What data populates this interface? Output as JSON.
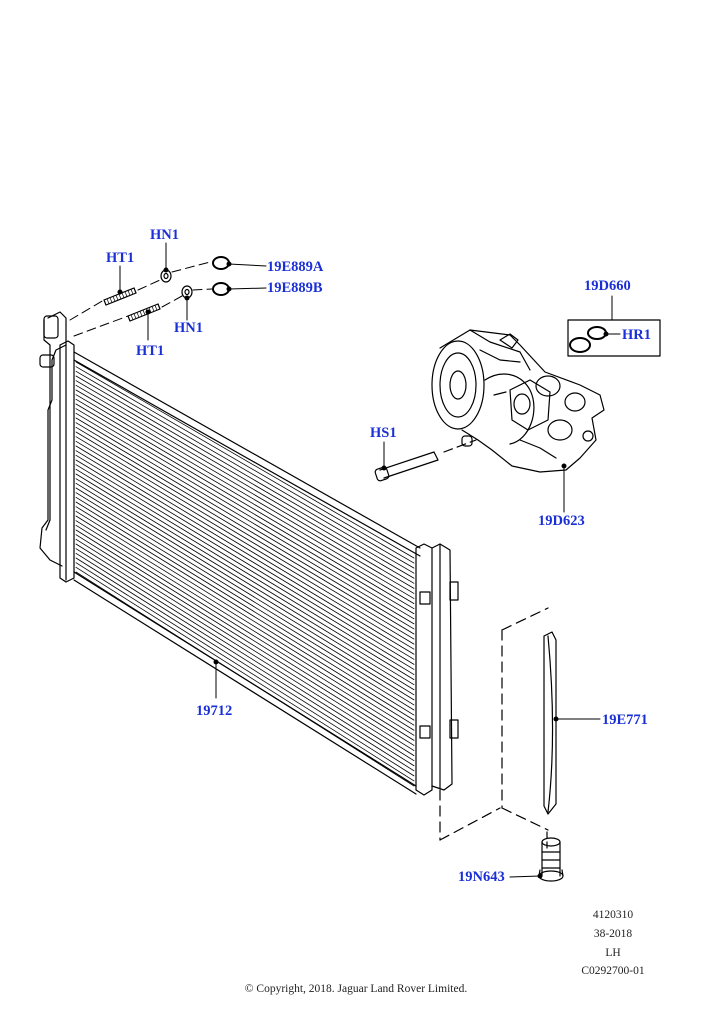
{
  "callouts": {
    "hn1_top": "HN1",
    "ht1_top": "HT1",
    "c19e889a": "19E889A",
    "c19e889b": "19E889B",
    "hn1_bottom": "HN1",
    "ht1_bottom": "HT1",
    "c19d660": "19D660",
    "hr1": "HR1",
    "hs1": "HS1",
    "c19d623": "19D623",
    "c19712": "19712",
    "c19e771": "19E771",
    "c19n643": "19N643"
  },
  "figure_info": {
    "number": "4120310",
    "revision": "38-2018",
    "side": "LH",
    "code": "C0292700-01"
  },
  "copyright": "© Copyright, 2018. Jaguar Land Rover Limited.",
  "colors": {
    "callout": "#1a2fd6",
    "line": "#000000"
  }
}
